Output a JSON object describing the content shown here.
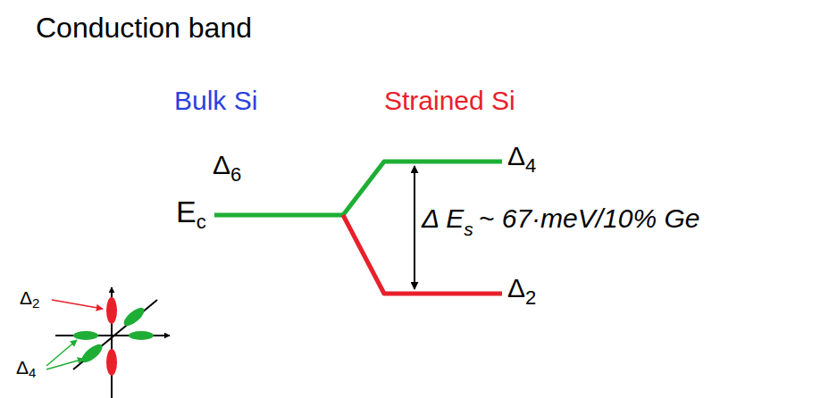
{
  "diagram": {
    "title": "Conduction band",
    "labels": [
      "Bulk Si",
      "Strained Si",
      "Δ",
      "6",
      "E",
      "c",
      "Δ",
      "4",
      "Δ E",
      "s",
      "~ 67·meV/10% Ge",
      "Δ",
      "2",
      "Δ",
      "2",
      "Δ",
      "4"
    ]
  }
}
